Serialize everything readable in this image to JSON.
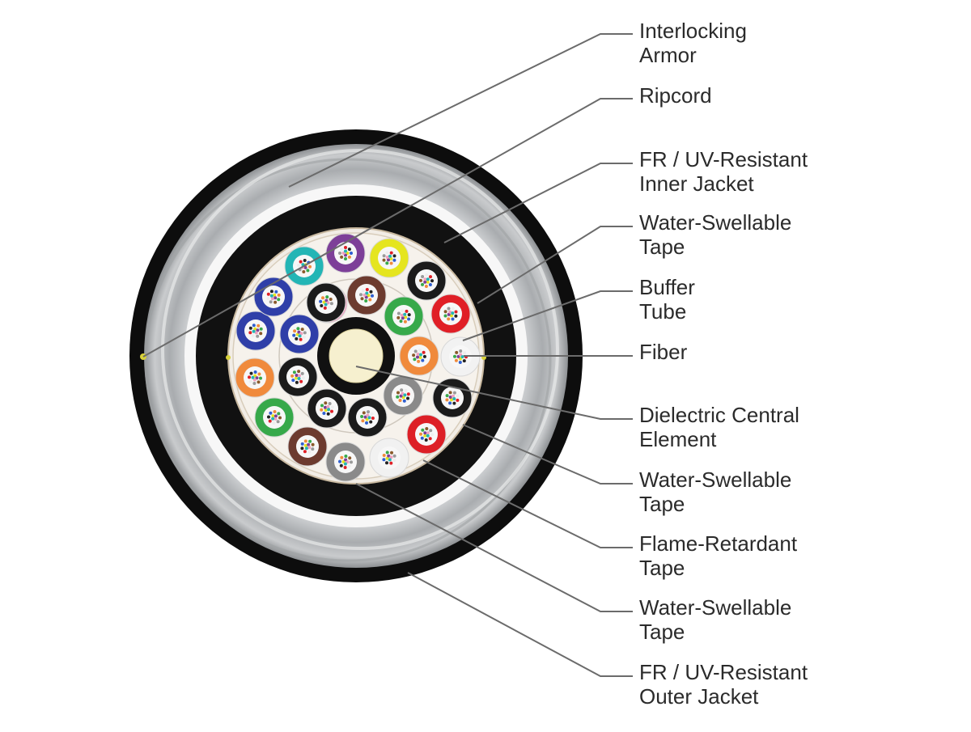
{
  "diagram": {
    "title": "",
    "labels": [
      {
        "id": "interlocking-armor",
        "lines": [
          "Interlocking",
          "Armor"
        ]
      },
      {
        "id": "ripcord",
        "lines": [
          "Ripcord"
        ]
      },
      {
        "id": "inner-jacket",
        "lines": [
          "FR / UV-Resistant",
          "Inner Jacket"
        ]
      },
      {
        "id": "water-swellable-tape-1",
        "lines": [
          "Water-Swellable",
          "Tape"
        ]
      },
      {
        "id": "buffer-tube",
        "lines": [
          "Buffer",
          "Tube"
        ]
      },
      {
        "id": "fiber",
        "lines": [
          "Fiber"
        ]
      },
      {
        "id": "dielectric-central-element",
        "lines": [
          "Dielectric Central",
          "Element"
        ]
      },
      {
        "id": "water-swellable-tape-2",
        "lines": [
          "Water-Swellable",
          "Tape"
        ]
      },
      {
        "id": "flame-retardant-tape",
        "lines": [
          "Flame-Retardant",
          "Tape"
        ]
      },
      {
        "id": "water-swellable-tape-3",
        "lines": [
          "Water-Swellable",
          "Tape"
        ]
      },
      {
        "id": "outer-jacket",
        "lines": [
          "FR / UV-Resistant",
          "Outer Jacket"
        ]
      }
    ],
    "colors": {
      "outer_jacket": "#0d0d0d",
      "armor": "#b9bcbf",
      "inner_jacket": "#111111",
      "tape": "#f2ede6",
      "leader_line": "#6b6b6b",
      "central_element": "#f6f0cf"
    },
    "buffer_tube_colors": [
      "#7d3f98",
      "#e5e51f",
      "#1b1b1b",
      "#e01f26",
      "#f2f2f2",
      "#1b1b1b",
      "#dd1f26",
      "#f1f1f1",
      "#8a8a8a",
      "#6d3b2f",
      "#37a94a",
      "#2f3fa8",
      "#f08a3c",
      "#2f3fa8",
      "#23b5b5",
      "#f0a0be",
      "#6d3b2f",
      "#37a94a",
      "#f08a3c",
      "#8a8a8a",
      "#1b1b1b",
      "#1b1b1b",
      "#1b1b1b",
      "#2f3fa8",
      "#1b1b1b"
    ]
  }
}
